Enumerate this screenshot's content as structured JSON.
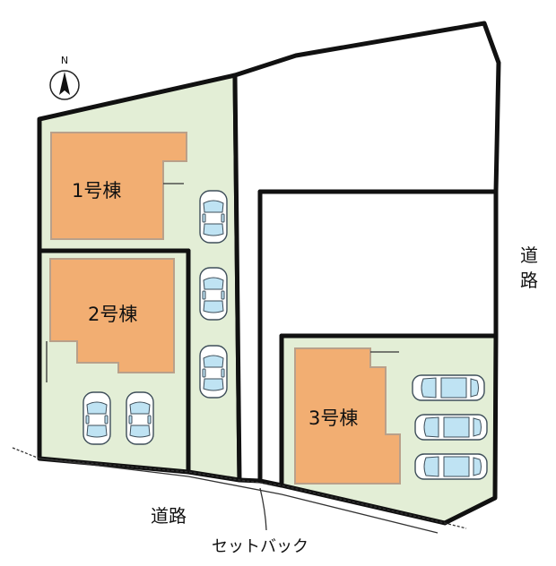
{
  "compass": {
    "north_label": "N"
  },
  "houses": [
    {
      "label": "1号棟"
    },
    {
      "label": "2号棟"
    },
    {
      "label": "3号棟"
    }
  ],
  "roads": {
    "east_label_line1": "道",
    "east_label_line2": "路",
    "south_label": "道路"
  },
  "setback_label": "セットバック"
}
